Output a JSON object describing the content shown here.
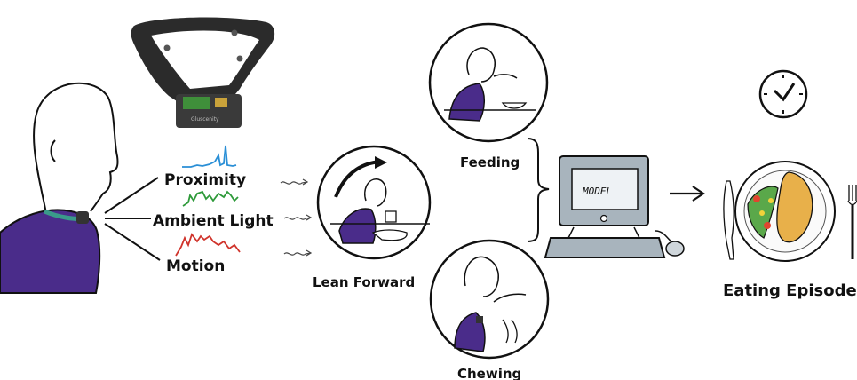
{
  "sensors": {
    "proximity": "Proximity",
    "ambient_light": "Ambient Light",
    "motion": "Motion"
  },
  "stages": {
    "lean_forward": "Lean Forward",
    "feeding": "Feeding",
    "chewing": "Chewing"
  },
  "model": {
    "screen_text": "MODEL"
  },
  "output": {
    "label": "Eating Episode"
  },
  "device": {
    "brand_text": "Gluscenity"
  },
  "colors": {
    "shirt": "#4a2c8a",
    "proximity_signal": "#2a8fd6",
    "ambient_signal": "#2e9a3a",
    "motion_signal": "#d0342c",
    "monitor_body": "#a8b4bd",
    "monitor_screen": "#eef2f5"
  }
}
